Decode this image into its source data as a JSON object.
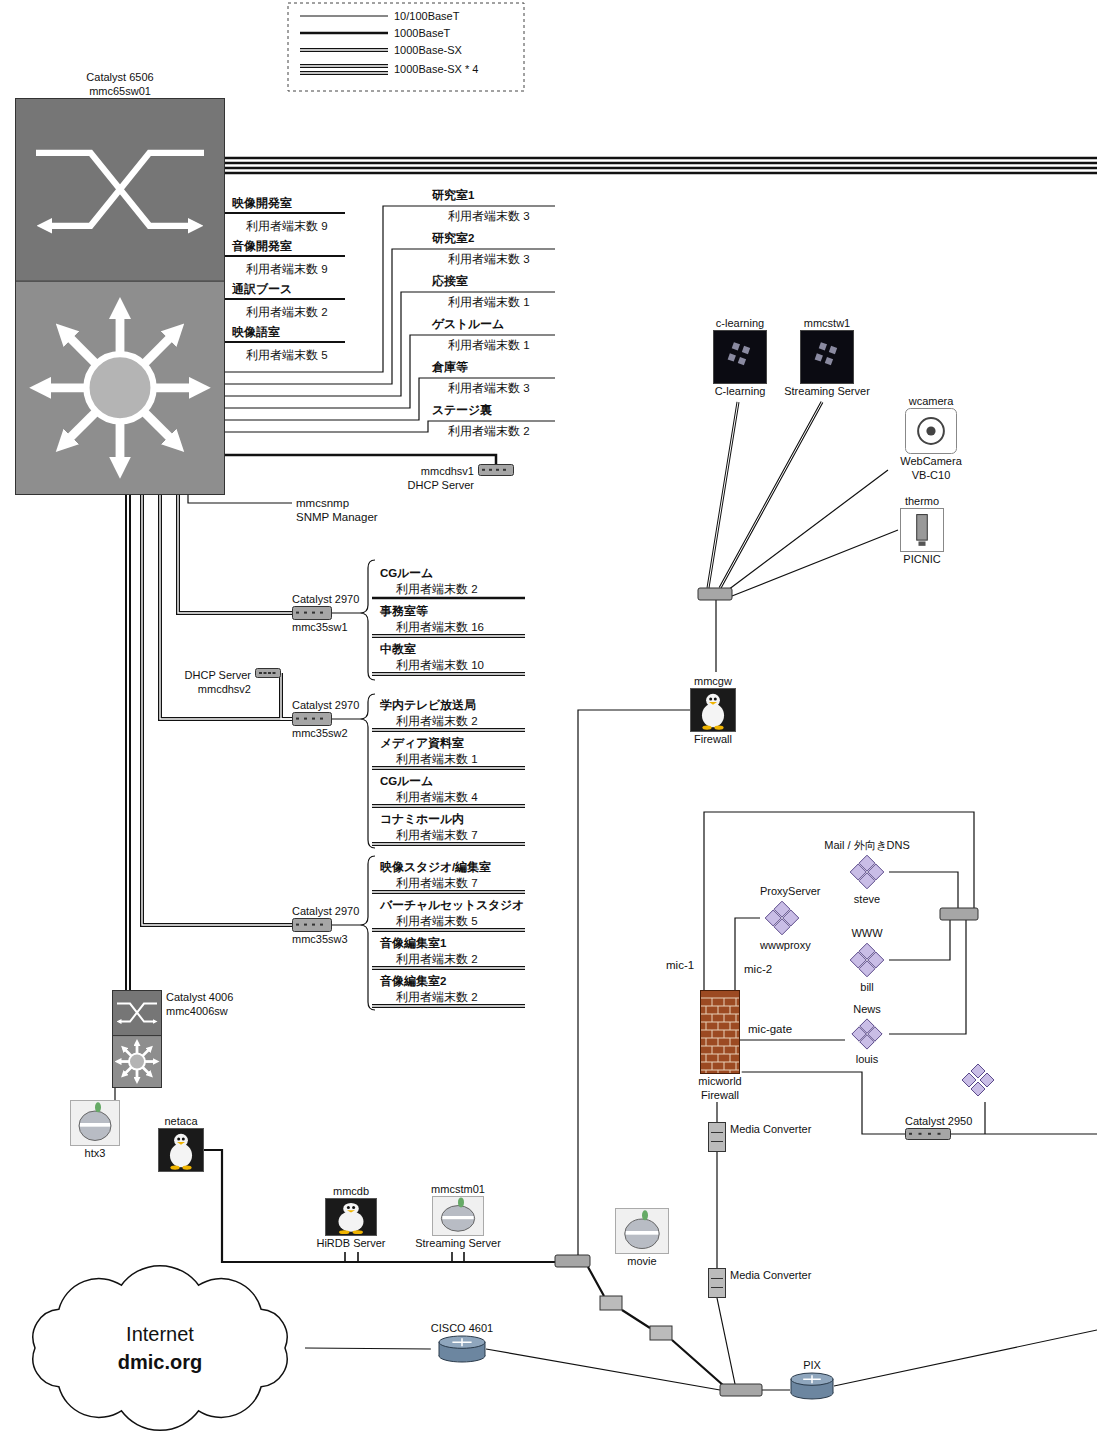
{
  "diagram": {
    "nodes": [
      {
        "text": [
          "Catalyst 6506",
          "mmc65sw01"
        ]
      },
      {
        "text": [
          "mmcdhsv1",
          "DHCP Server"
        ]
      },
      {
        "text": [
          "Catalyst 2970",
          "mmc35sw1"
        ]
      },
      {
        "text": [
          "DHCP Server",
          "mmcdhsv2"
        ]
      },
      {
        "text": [
          "Catalyst 2970",
          "mmc35sw2"
        ]
      },
      {
        "text": [
          "Catalyst 2970",
          "mmc35sw3"
        ]
      },
      {
        "text": [
          "Catalyst 4006",
          "mmc4006sw"
        ]
      },
      {
        "text": [
          "htx3"
        ]
      },
      {
        "text": [
          "netaca"
        ]
      },
      {
        "text": [
          "mmcdb",
          "HiRDB Server"
        ]
      },
      {
        "text": [
          "mmcstm01",
          "Streaming Server"
        ]
      },
      {
        "text": [
          "c-learning",
          "C-learning"
        ]
      },
      {
        "text": [
          "mmcstw1",
          "Streaming Server"
        ]
      },
      {
        "text": [
          "wcamera",
          "WebCamera VB-C10"
        ]
      },
      {
        "text": [
          "thermo",
          "PICNIC"
        ]
      },
      {
        "text": [
          "mmcgw",
          "Firewall"
        ]
      },
      {
        "text": [
          "Mail / 外向きDNS",
          "steve"
        ]
      },
      {
        "text": [
          "ProxyServer",
          "wwwproxy"
        ]
      },
      {
        "text": [
          "WWW",
          "bill"
        ]
      },
      {
        "text": [
          "News",
          "louis"
        ]
      },
      {
        "text": [
          "micworld",
          "Firewall"
        ]
      },
      {
        "text": [
          "Catalyst 2950"
        ]
      },
      {
        "text": [
          "Media Converter"
        ]
      },
      {
        "text": [
          "movie"
        ]
      },
      {
        "text": [
          "Media Converter"
        ]
      },
      {
        "text": [
          "Internet",
          "dmic.org"
        ]
      },
      {
        "text": [
          "CISCO 4601"
        ]
      },
      {
        "text": [
          "PIX"
        ]
      }
    ],
    "edges": [
      {
        "from": 0,
        "to": 2,
        "arrow": "none"
      },
      {
        "from": 0,
        "to": 4,
        "arrow": "none"
      },
      {
        "from": 0,
        "to": 5,
        "arrow": "none"
      },
      {
        "from": 0,
        "to": 6,
        "arrow": "none"
      },
      {
        "from": 6,
        "to": 7,
        "arrow": "none"
      },
      {
        "from": 0,
        "to": 1,
        "arrow": "none"
      },
      {
        "from": 3,
        "to": 4,
        "arrow": "none"
      },
      {
        "from": 20,
        "to": 17,
        "arrow": "none"
      },
      {
        "from": 20,
        "to": 21,
        "arrow": "none"
      },
      {
        "from": 20,
        "to": 22,
        "arrow": "none"
      },
      {
        "from": 22,
        "to": 24,
        "arrow": "none"
      },
      {
        "from": 25,
        "to": 26,
        "arrow": "none"
      }
    ],
    "labels": [
      "映像開発室",
      "利用者端末数 9",
      "音像開発室",
      "利用者端末数 9",
      "通訳ブース",
      "利用者端末数 2",
      "映像語室",
      "利用者端末数 5",
      "研究室1",
      "利用者端末数 3",
      "研究室2",
      "利用者端末数 3",
      "応接室",
      "利用者端末数 1",
      "ゲストルーム",
      "利用者端末数 1",
      "倉庫等",
      "利用者端末数 3",
      "ステージ裏",
      "利用者端末数 2",
      "mmcsnmp",
      "SNMP Manager",
      "CGルーム",
      "利用者端末数 2",
      "事務室等",
      "利用者端末数 16",
      "中教室",
      "利用者端末数 10",
      "学内テレビ放送局",
      "利用者端末数 2",
      "メディア資料室",
      "利用者端末数 1",
      "CGルーム",
      "利用者端末数 4",
      "コナミホール内",
      "利用者端末数 7",
      "映像スタジオ/編集室",
      "利用者端末数 7",
      "バーチャルセットスタジオ",
      "利用者端末数 5",
      "音像編集室1",
      "利用者端末数 2",
      "音像編集室2",
      "利用者端末数 2",
      "mic-1",
      "mic-2",
      "mic-gate"
    ],
    "legend": [
      {
        "text": "10/100BaseT"
      },
      {
        "text": "1000BaseT"
      },
      {
        "text": "1000Base-SX"
      },
      {
        "text": "1000Base-SX * 4"
      }
    ]
  }
}
